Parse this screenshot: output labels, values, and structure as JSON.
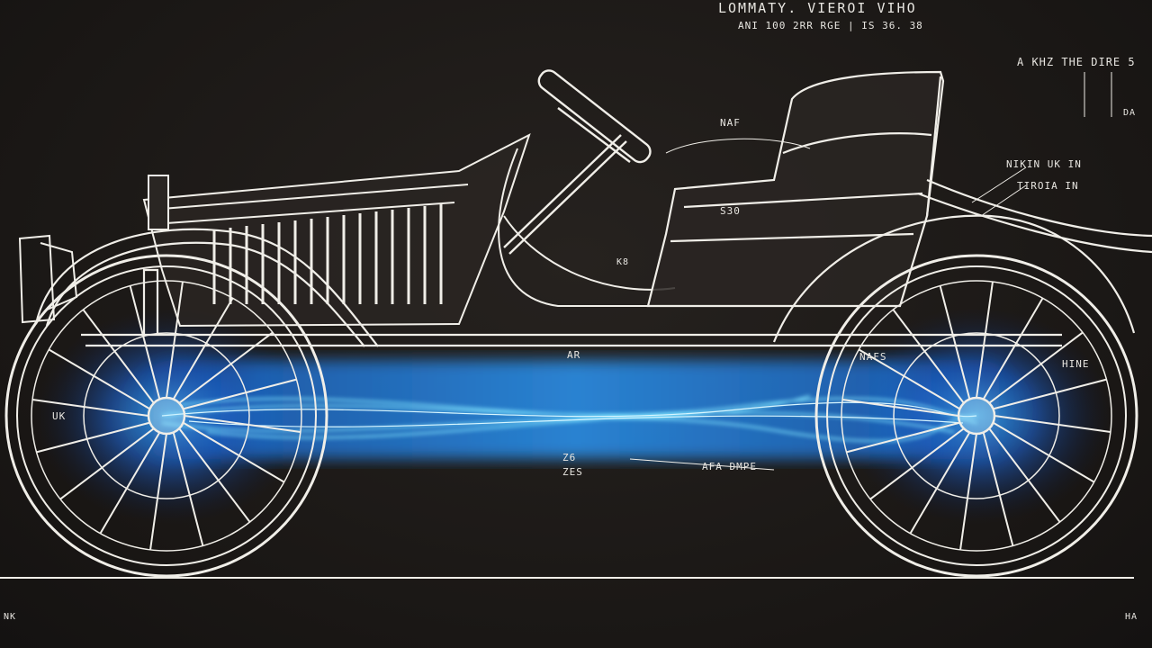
{
  "title": {
    "main": "LOMMATY. VIEROI VIHO",
    "sub": "ANI 100 2RR RGE | IS 36. 38"
  },
  "labels": {
    "top_right": "A KHZ THE DIRE 5",
    "top_right_sub": "DA",
    "seat_note_1": "NIKIN UK IN",
    "seat_note_2": "TIROIA IN",
    "dash_note": "NAF",
    "steer_note": "S30",
    "body_note": "K8",
    "chassis_note_1": "AR",
    "chassis_note_2": "NAFS",
    "lower_note_1": "Z6",
    "lower_note_2": "ZES",
    "lower_note_3": "AFA DMPE",
    "wheel_note_left": "UK",
    "wheel_note_right": "HINE",
    "corner_bl": "NK",
    "corner_br": "HA"
  },
  "colors": {
    "background": "#1c1917",
    "line": "#f0eee8",
    "glow": "#38c6ff",
    "glow_deep": "#1a4fd6"
  },
  "icons": {
    "steering": "steering-wheel-icon",
    "wheel": "spoked-wheel-icon"
  }
}
